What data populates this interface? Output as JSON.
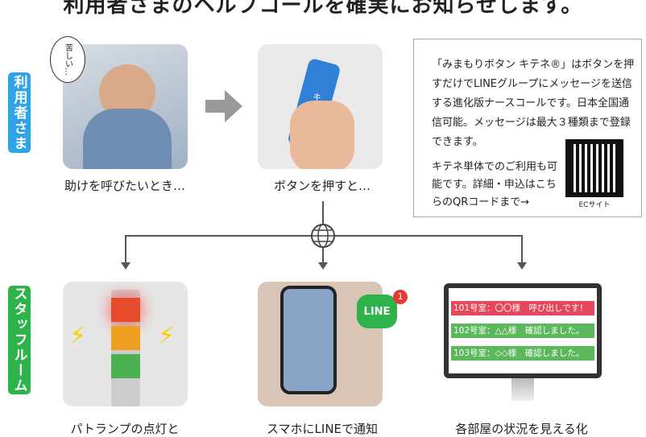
{
  "title": "利用者さまのヘルプコールを確実にお知らせします。",
  "side_labels": {
    "user": "利用者さま",
    "staff": "スタッフルーム"
  },
  "colors": {
    "user": "#2ea3e6",
    "staff": "#2eb34a",
    "red_bar": "#e5485c",
    "green_bar": "#5cb85c"
  },
  "user_flow": {
    "speech": "苦しい…",
    "caption1": "助けを呼びたいとき…",
    "caption2": "ボタンを押すと…",
    "button_text": "キテネ"
  },
  "info": {
    "paragraph1": "「みまもりボタン キテネ®」はボタンを押すだけでLINEグループにメッセージを送信する進化版ナースコールです。日本全国通信可能。メッセージは最大３種類まで登録できます。",
    "paragraph2": "キテネ単体でのご利用も可能です。詳細・申込はこちらのQRコードまで→",
    "qr_label": "ECサイト"
  },
  "staff_flow": {
    "caption1": "パトランプの点灯と",
    "caption2": "スマホにLINEで通知",
    "caption3": "各部屋の状況を見える化",
    "line_logo": "LINE",
    "line_badge": "1",
    "monitor_rows": [
      "101号室：〇〇様　呼び出しです！",
      "102号室：△△様　確認しました。",
      "103号室：◇◇様　確認しました。"
    ]
  }
}
